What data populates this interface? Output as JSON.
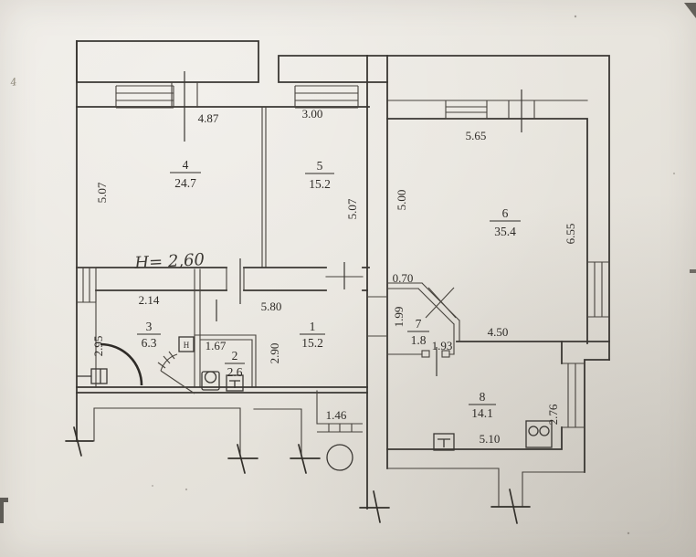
{
  "document": {
    "type": "apartment floor plan scan",
    "height_note": "H= 2,60",
    "pencil_mark": "4"
  },
  "rooms": {
    "r1": {
      "number": "1",
      "area": "15.2"
    },
    "r2": {
      "number": "2",
      "area": "2.6"
    },
    "r3": {
      "number": "3",
      "area": "6.3"
    },
    "r4": {
      "number": "4",
      "area": "24.7"
    },
    "r5": {
      "number": "5",
      "area": "15.2"
    },
    "r6": {
      "number": "6",
      "area": "35.4"
    },
    "r7": {
      "number": "7",
      "area": "1.8"
    },
    "r8": {
      "number": "8",
      "area": "14.1"
    }
  },
  "dimensions": {
    "top_room4": "4.87",
    "top_room5": "3.00",
    "top_room6": "5.65",
    "left_room4": "5.07",
    "right_room5": "5.07",
    "left_room6": "5.00",
    "right_room6": "6.55",
    "top_room3": "2.14",
    "left_room3": "2.95",
    "top_room1": "5.80",
    "left_room1": "2.90",
    "top_room2": "1.67",
    "top_room7": "0.70",
    "left_room7": "1.99",
    "bottom_room7": "1.93",
    "wall_room6_room8": "4.50",
    "bottom_room8": "5.10",
    "right_room8": "2.76",
    "porch": "1.46"
  },
  "fixtures": {
    "washbasin_label": "H"
  },
  "colors": {
    "paper": "#e8e5de",
    "ink": "#3a3733"
  }
}
